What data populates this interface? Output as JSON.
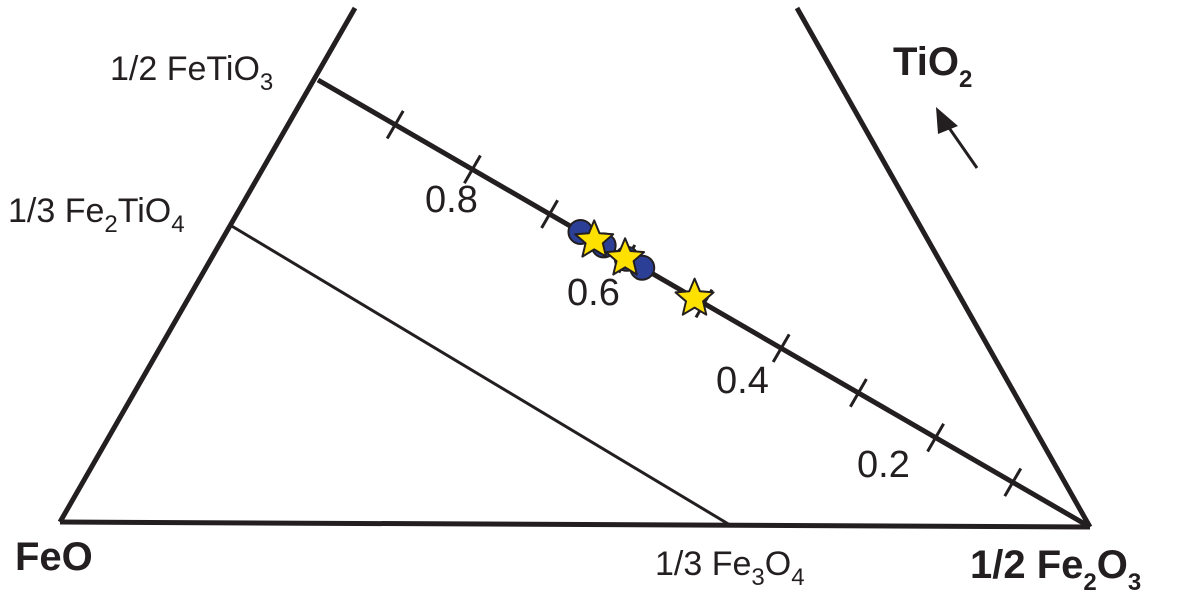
{
  "diagram": {
    "colors": {
      "line": "#231f20",
      "marker_fill": "#2b3f97",
      "star_fill": "#ffe100",
      "marker_outline": "#231f20"
    },
    "corners": {
      "left": {
        "main": "FeO"
      },
      "right": {
        "pre": "1/2 Fe",
        "sub1": "2",
        "mid": "O",
        "sub2": "3"
      },
      "top": {
        "main": "TiO",
        "sub": "2"
      }
    },
    "side_labels": {
      "ilmenite": {
        "pre": "1/2 FeTiO",
        "sub": "3"
      },
      "ulvospinel": {
        "pre": "1/3 Fe",
        "sub1": "2",
        "mid": "TiO",
        "sub2": "4"
      },
      "magnetite": {
        "pre": "1/3 Fe",
        "sub1": "3",
        "mid": "O",
        "sub2": "4"
      }
    },
    "tick_labels": [
      "0.8",
      "0.6",
      "0.4",
      "0.2"
    ],
    "ilmenite_hematite_x": [
      0.66,
      0.63,
      0.6,
      0.58
    ],
    "star_x": [
      0.65,
      0.61,
      0.52
    ],
    "direction_arrow_icon": "arrow-up-left-icon"
  }
}
